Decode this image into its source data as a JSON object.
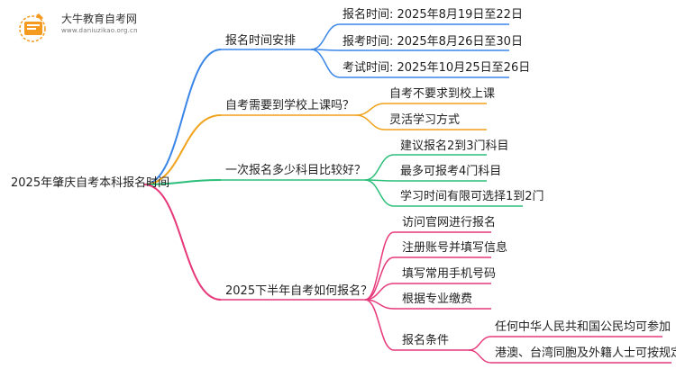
{
  "brand": {
    "name": "大牛教育自考网",
    "url": "www.daniuzikao.org.cn"
  },
  "colors": {
    "blue": "#3a86e8",
    "orange": "#f0a21a",
    "green": "#2cbf7a",
    "pink": "#e6387a",
    "logo": "#f39a1f"
  },
  "root": "2025年肇庆自考本科报名时间",
  "branches": [
    {
      "label": "报名时间安排",
      "color": "blue",
      "children": [
        {
          "label": "报名时间: 2025年8月19日至22日"
        },
        {
          "label": "报考时间: 2025年8月26日至30日"
        },
        {
          "label": "考试时间: 2025年10月25日至26日"
        }
      ]
    },
    {
      "label": "自考需要到学校上课吗？",
      "color": "orange",
      "children": [
        {
          "label": "自考不要求到校上课"
        },
        {
          "label": "灵活学习方式"
        }
      ]
    },
    {
      "label": "一次报名多少科目比较好？",
      "color": "green",
      "children": [
        {
          "label": "建议报名2到3门科目"
        },
        {
          "label": "最多可报考4门科目"
        },
        {
          "label": "学习时间有限可选择1到2门"
        }
      ]
    },
    {
      "label": "2025下半年自考如何报名？",
      "color": "pink",
      "children": [
        {
          "label": "访问官网进行报名"
        },
        {
          "label": "注册账号并填写信息"
        },
        {
          "label": "填写常用手机号码"
        },
        {
          "label": "根据专业缴费"
        },
        {
          "label": "报名条件",
          "children": [
            {
              "label": "任何中华人民共和国公民均可参加"
            },
            {
              "label": "港澳、台湾同胞及外籍人士可按规定参加"
            }
          ]
        }
      ]
    }
  ]
}
